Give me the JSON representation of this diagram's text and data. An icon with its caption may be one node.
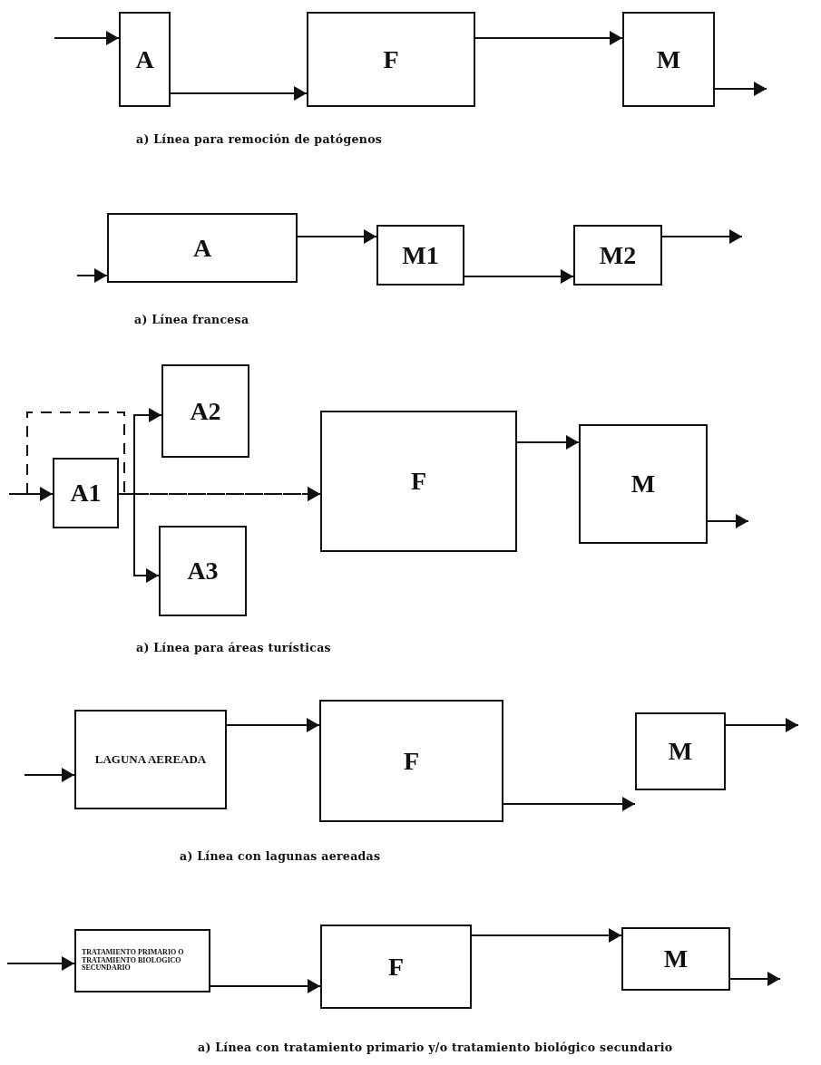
{
  "diagram": {
    "nodes": [
      {
        "text": [
          "A"
        ]
      },
      {
        "text": [
          "F"
        ]
      },
      {
        "text": [
          "M"
        ]
      },
      {
        "text": [
          "A"
        ]
      },
      {
        "text": [
          "M1"
        ]
      },
      {
        "text": [
          "M2"
        ]
      },
      {
        "text": [
          "A1"
        ]
      },
      {
        "text": [
          "A2"
        ]
      },
      {
        "text": [
          "A3"
        ]
      },
      {
        "text": [
          "F"
        ]
      },
      {
        "text": [
          "M"
        ]
      },
      {
        "text": [
          "LAGUNA AEREADA"
        ]
      },
      {
        "text": [
          "F"
        ]
      },
      {
        "text": [
          "M"
        ]
      },
      {
        "text": [
          "TRATAMIENTO PRIMARIO O TRATAMIENTO BIOLOGICO SECUNDARIO"
        ]
      },
      {
        "text": [
          "F"
        ]
      },
      {
        "text": [
          "M"
        ]
      }
    ],
    "edges": [
      {
        "from": null,
        "to": 0,
        "arrow": "to"
      },
      {
        "from": 0,
        "to": 1,
        "arrow": "to"
      },
      {
        "from": 1,
        "to": 2,
        "arrow": "to"
      },
      {
        "from": 2,
        "to": null,
        "arrow": "to"
      },
      {
        "from": null,
        "to": 3,
        "arrow": "to"
      },
      {
        "from": 3,
        "to": 4,
        "arrow": "to"
      },
      {
        "from": 4,
        "to": 5,
        "arrow": "to"
      },
      {
        "from": 5,
        "to": null,
        "arrow": "to"
      },
      {
        "from": null,
        "to": 6,
        "arrow": "to"
      },
      {
        "from": 6,
        "to": 7,
        "arrow": "to"
      },
      {
        "from": 6,
        "to": 8,
        "arrow": "to"
      },
      {
        "from": 6,
        "to": 9,
        "arrow": "to",
        "style": "dashed"
      },
      {
        "from": null,
        "to": 9,
        "arrow": "to",
        "style": "dashed"
      },
      {
        "from": 9,
        "to": 10,
        "arrow": "to"
      },
      {
        "from": 10,
        "to": null,
        "arrow": "to"
      },
      {
        "from": null,
        "to": 11,
        "arrow": "to"
      },
      {
        "from": 11,
        "to": 12,
        "arrow": "to"
      },
      {
        "from": 12,
        "to": 13,
        "arrow": "to"
      },
      {
        "from": 13,
        "to": null,
        "arrow": "to"
      },
      {
        "from": null,
        "to": 14,
        "arrow": "to"
      },
      {
        "from": 14,
        "to": 15,
        "arrow": "to"
      },
      {
        "from": 15,
        "to": 16,
        "arrow": "to"
      },
      {
        "from": 16,
        "to": null,
        "arrow": "to"
      }
    ],
    "labels": [
      "a) Línea para remoción de patógenos",
      "a) Línea francesa",
      "a) Línea para áreas turísticas",
      "a) Línea con lagunas aereadas",
      "a) Línea con tratamiento primario y/o tratamiento biológico secundario"
    ]
  }
}
